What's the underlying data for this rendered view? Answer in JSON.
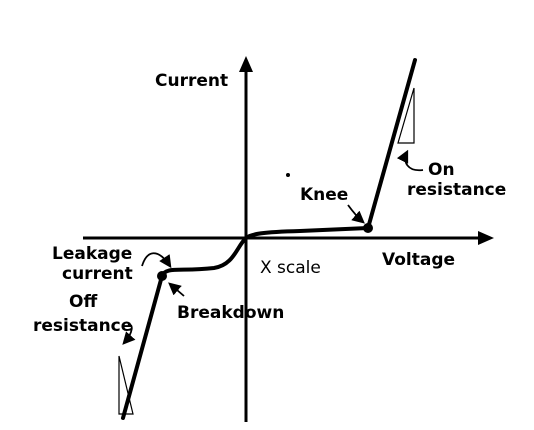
{
  "labels": {
    "current": "Current",
    "voltage": "Voltage",
    "knee": "Knee",
    "on_resistance_line1": "On",
    "on_resistance_line2": "resistance",
    "x_scale": "X scale",
    "leakage_line1": "Leakage",
    "leakage_line2": "current",
    "breakdown": "Breakdown",
    "off_resistance_line1": "Off",
    "off_resistance_line2": "resistance"
  },
  "colors": {
    "ink": "#000000",
    "background": "#ffffff"
  }
}
